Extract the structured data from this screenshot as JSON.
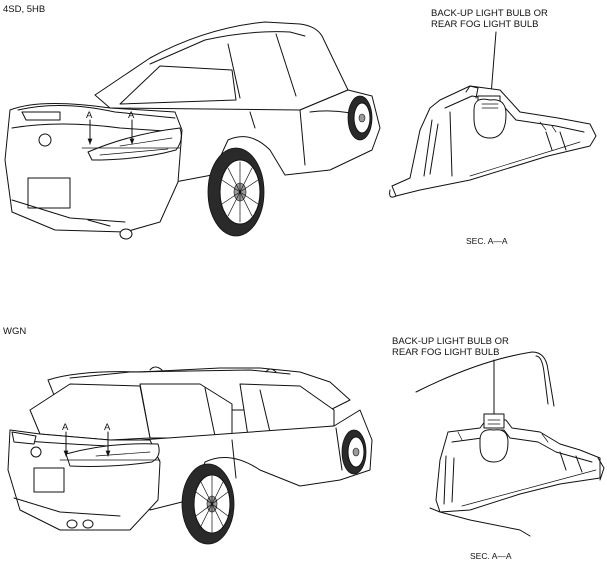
{
  "variants": [
    {
      "heading": "4SD, 5HB",
      "callout_line1": "BACK-UP LIGHT BULB OR",
      "callout_line2": "REAR FOG LIGHT BULB",
      "section_caption": "SEC. A—A",
      "section_marks": [
        "A",
        "A"
      ]
    },
    {
      "heading": "WGN",
      "callout_line1": "BACK-UP LIGHT BULB OR",
      "callout_line2": "REAR FOG LIGHT BULB",
      "section_caption": "SEC. A—A",
      "section_marks": [
        "A",
        "A"
      ]
    }
  ]
}
